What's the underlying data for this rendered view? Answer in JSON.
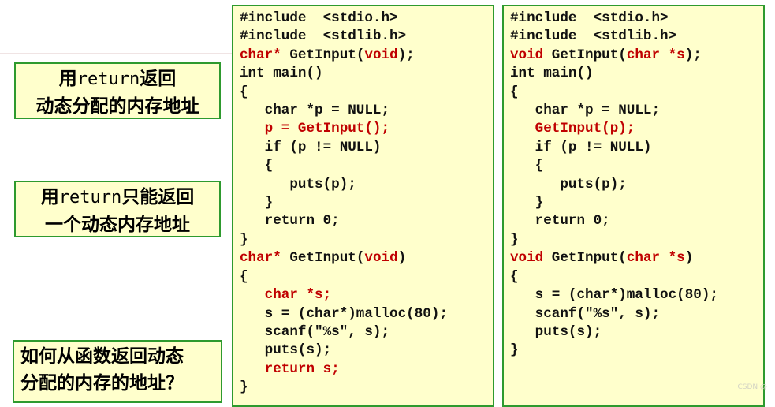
{
  "notes": [
    {
      "pre": "用",
      "mono": "return",
      "post": "返回",
      "line2": "动态分配的内存地址"
    },
    {
      "pre": "用",
      "mono": "return",
      "post": "只能返回",
      "line2": "一个动态内存地址"
    },
    {
      "line1": "如何从函数返回动态",
      "line2": "分配的内存的地址？"
    }
  ],
  "panels": [
    {
      "name": "return-pointer-version",
      "lines": [
        [
          {
            "t": "#include  <stdio.h>"
          }
        ],
        [
          {
            "t": "#include  <stdlib.h>"
          }
        ],
        [
          {
            "t": "char*",
            "red": true
          },
          {
            "t": " GetInput("
          },
          {
            "t": "void",
            "red": true
          },
          {
            "t": ");"
          }
        ],
        [
          {
            "t": "int main()"
          }
        ],
        [
          {
            "t": "{"
          }
        ],
        [
          {
            "t": "   char *p = NULL;"
          }
        ],
        [
          {
            "t": "   p = GetInput();",
            "red": true
          }
        ],
        [
          {
            "t": "   if (p != NULL)"
          }
        ],
        [
          {
            "t": "   {"
          }
        ],
        [
          {
            "t": "      puts(p);"
          }
        ],
        [
          {
            "t": "   }"
          }
        ],
        [
          {
            "t": "   return 0;"
          }
        ],
        [
          {
            "t": "}"
          }
        ],
        [
          {
            "t": "char*",
            "red": true
          },
          {
            "t": " GetInput("
          },
          {
            "t": "void",
            "red": true
          },
          {
            "t": ")"
          }
        ],
        [
          {
            "t": "{"
          }
        ],
        [
          {
            "t": "   char *s;",
            "red": true
          }
        ],
        [
          {
            "t": "   s = (char*)malloc(80);"
          }
        ],
        [
          {
            "t": "   scanf(\"%s\", s);"
          }
        ],
        [
          {
            "t": "   puts(s);"
          }
        ],
        [
          {
            "t": "   return s;",
            "red": true
          }
        ],
        [
          {
            "t": "}"
          }
        ]
      ]
    },
    {
      "name": "pointer-param-version",
      "lines": [
        [
          {
            "t": "#include  <stdio.h>"
          }
        ],
        [
          {
            "t": "#include  <stdlib.h>"
          }
        ],
        [
          {
            "t": "void",
            "red": true
          },
          {
            "t": " GetInput("
          },
          {
            "t": "char *s",
            "red": true
          },
          {
            "t": ");"
          }
        ],
        [
          {
            "t": "int main()"
          }
        ],
        [
          {
            "t": "{"
          }
        ],
        [
          {
            "t": "   char *p = NULL;"
          }
        ],
        [
          {
            "t": "   GetInput(p);",
            "red": true
          }
        ],
        [
          {
            "t": "   if (p != NULL)"
          }
        ],
        [
          {
            "t": "   {"
          }
        ],
        [
          {
            "t": "      puts(p);"
          }
        ],
        [
          {
            "t": "   }"
          }
        ],
        [
          {
            "t": "   return 0;"
          }
        ],
        [
          {
            "t": "}"
          }
        ],
        [
          {
            "t": "void",
            "red": true
          },
          {
            "t": " GetInput("
          },
          {
            "t": "char *s",
            "red": true
          },
          {
            "t": ")"
          }
        ],
        [
          {
            "t": "{"
          }
        ],
        [
          {
            "t": "   s = (char*)malloc(80);"
          }
        ],
        [
          {
            "t": "   scanf(\"%s\", s);"
          }
        ],
        [
          {
            "t": "   puts(s);"
          }
        ],
        [
          {
            "t": "}"
          }
        ]
      ]
    }
  ],
  "watermark": "CSDN @",
  "colors": {
    "panel_bg": "#ffffcc",
    "border": "#2e9a2e",
    "keyword": "#c00000"
  }
}
